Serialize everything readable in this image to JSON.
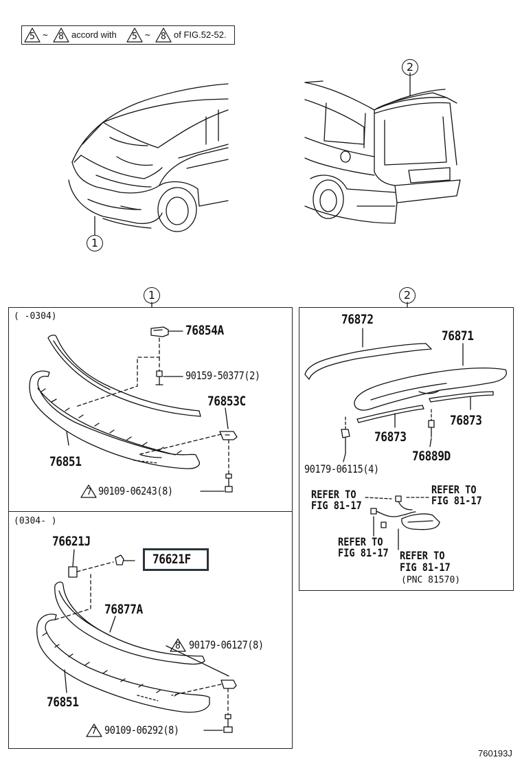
{
  "note": {
    "tri_a": "5",
    "tilde1": "~",
    "tri_b": "8",
    "text1": "accord with",
    "tri_c": "5",
    "tilde2": "~",
    "tri_d": "8",
    "text2": "of FIG.52-52."
  },
  "callouts": {
    "front": "1",
    "rear": "2"
  },
  "panel1": {
    "number": "1",
    "top_range": "(    -0304)",
    "bottom_range": "(0304-    )",
    "parts_top": {
      "p1": "76854A",
      "p2": "90159-50377(2)",
      "p3": "76853C",
      "p4": "76851",
      "p5": "90109-06243(8)",
      "p5_tri": "7"
    },
    "parts_bottom": {
      "p1": "76621J",
      "p2": "76621F",
      "p3": "76877A",
      "p4": "90179-06127(8)",
      "p4_tri": "8",
      "p5": "76851",
      "p6": "90109-06292(8)",
      "p6_tri": "7"
    }
  },
  "panel2": {
    "number": "2",
    "parts": {
      "p1": "76872",
      "p2": "76871",
      "p3": "76873",
      "p4": "76873",
      "p5": "76889D",
      "p6": "90179-06115(4)"
    },
    "refs": {
      "r1a": "REFER TO",
      "r1b": "FIG 81-17",
      "r2a": "REFER TO",
      "r2b": "FIG 81-17",
      "r3a": "REFER TO",
      "r3b": "FIG 81-17",
      "r4a": "REFER TO",
      "r4b": "FIG 81-17",
      "r4c": "(PNC 81570)"
    }
  },
  "figure_id": "760193J"
}
